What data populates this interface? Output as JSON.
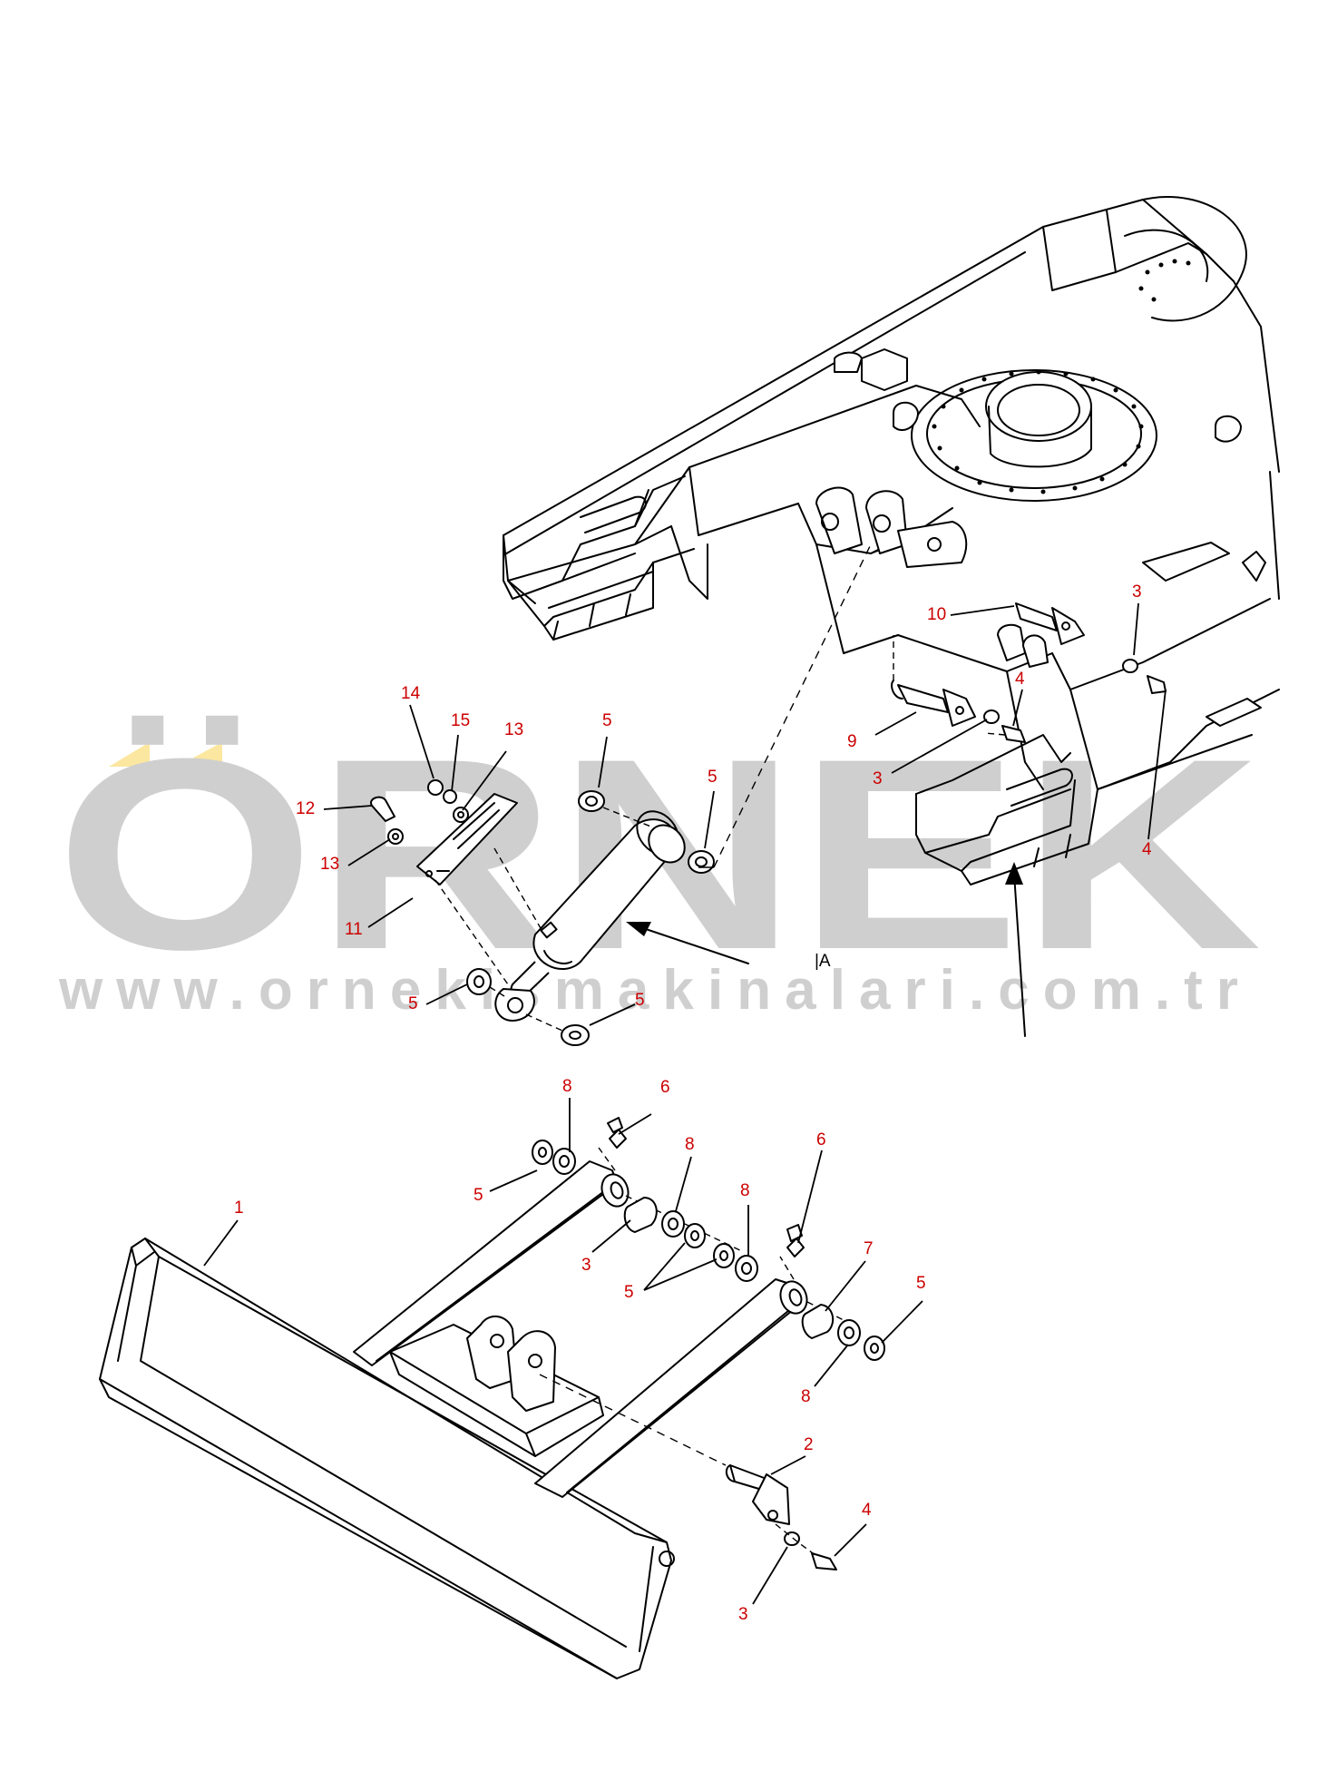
{
  "watermark": {
    "brand": "ÖRNEK",
    "url": "www.ornekismakinalari.com.tr",
    "text_color": "#cfcfcf",
    "accent_color": "#fbe7a0"
  },
  "view_label": "|A",
  "callout_color": "#cc0000",
  "callouts": [
    {
      "id": "c14",
      "label": "14"
    },
    {
      "id": "c15",
      "label": "15"
    },
    {
      "id": "c13a",
      "label": "13"
    },
    {
      "id": "c12",
      "label": "12"
    },
    {
      "id": "c13b",
      "label": "13"
    },
    {
      "id": "c11",
      "label": "11"
    },
    {
      "id": "c5a",
      "label": "5"
    },
    {
      "id": "c5b",
      "label": "5"
    },
    {
      "id": "c5c",
      "label": "5"
    },
    {
      "id": "c5d",
      "label": "5"
    },
    {
      "id": "c10",
      "label": "10"
    },
    {
      "id": "c3a",
      "label": "3"
    },
    {
      "id": "c4a",
      "label": "4"
    },
    {
      "id": "c9",
      "label": "9"
    },
    {
      "id": "c3b",
      "label": "3"
    },
    {
      "id": "c4b",
      "label": "4"
    },
    {
      "id": "c8a",
      "label": "8"
    },
    {
      "id": "c6a",
      "label": "6"
    },
    {
      "id": "c8b",
      "label": "8"
    },
    {
      "id": "c5e",
      "label": "5"
    },
    {
      "id": "c8c",
      "label": "8"
    },
    {
      "id": "c6b",
      "label": "6"
    },
    {
      "id": "c1",
      "label": "1"
    },
    {
      "id": "c3c",
      "label": "3"
    },
    {
      "id": "c5f",
      "label": "5"
    },
    {
      "id": "c7",
      "label": "7"
    },
    {
      "id": "c5g",
      "label": "5"
    },
    {
      "id": "c8d",
      "label": "8"
    },
    {
      "id": "c2",
      "label": "2"
    },
    {
      "id": "c4c",
      "label": "4"
    },
    {
      "id": "c3d",
      "label": "3"
    }
  ]
}
